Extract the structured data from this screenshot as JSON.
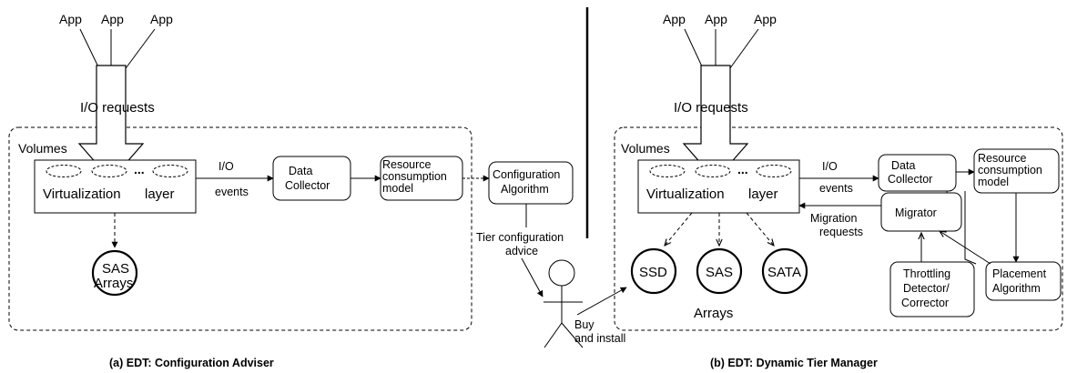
{
  "left": {
    "apps": [
      "App",
      "App",
      "App"
    ],
    "io_requests": "I/O requests",
    "volumes": "Volumes",
    "virt_left": "Virtualization",
    "virt_right": "layer",
    "io_events_1": "I/O",
    "io_events_2": "events",
    "data_collector_1": "Data",
    "data_collector_2": "Collector",
    "resource_1": "Resource",
    "resource_2": "consumption",
    "resource_3": "model",
    "config_1": "Configuration",
    "config_2": "Algorithm",
    "disk_1": "SAS",
    "disk_2": "Arrays",
    "caption": "(a) EDT: Configuration Adviser"
  },
  "middle": {
    "advice_1": "Tier configuration",
    "advice_2": "advice",
    "buy_1": "Buy",
    "buy_2": "and install"
  },
  "right": {
    "apps": [
      "App",
      "App",
      "App"
    ],
    "io_requests": "I/O requests",
    "volumes": "Volumes",
    "virt_left": "Virtualization",
    "virt_right": "layer",
    "io_events_1": "I/O",
    "io_events_2": "events",
    "data_collector_1": "Data",
    "data_collector_2": "Collector",
    "resource_1": "Resource",
    "resource_2": "consumption",
    "resource_3": "model",
    "migrator": "Migrator",
    "migration_1": "Migration",
    "migration_2": "requests",
    "throttling_1": "Throttling",
    "throttling_2": "Detector/",
    "throttling_3": "Corrector",
    "placement_1": "Placement",
    "placement_2": "Algorithm",
    "disks": [
      "SSD",
      "SAS",
      "SATA"
    ],
    "arrays": "Arrays",
    "caption": "(b) EDT: Dynamic Tier Manager"
  }
}
